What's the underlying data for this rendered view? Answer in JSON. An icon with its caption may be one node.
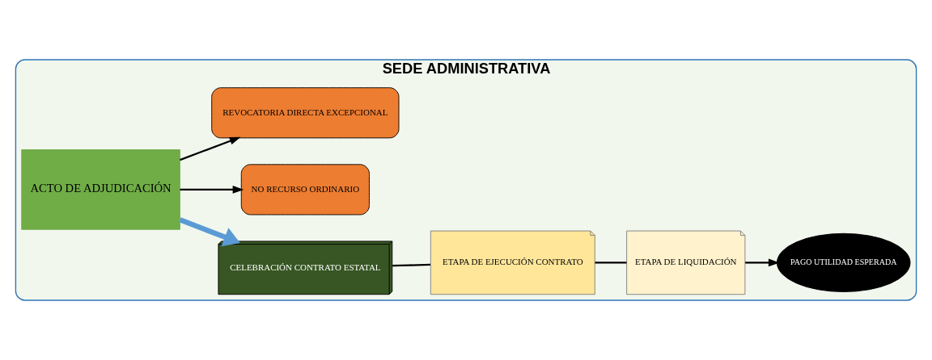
{
  "diagram": {
    "nodes": [
      {
        "text": [
          "SEDE ADMINISTRATIVA"
        ]
      },
      {
        "text": [
          "ACTO DE ADJUDICACIÓN"
        ],
        "in": 0
      },
      {
        "text": [
          "CELEBRACIÓN CONTRATO ESTATAL"
        ],
        "in": 0
      },
      {
        "text": [
          "ETAPA DE EJECUCIÓN CONTRATO"
        ],
        "in": 0
      },
      {
        "text": [
          "ETAPA DE LIQUIDACIÓN"
        ],
        "in": 0
      },
      {
        "text": [
          "PAGO UTILIDAD ESPERADA"
        ],
        "in": 0
      },
      {
        "text": [
          "NO RECURSO ORDINARIO"
        ],
        "in": 0
      },
      {
        "text": [
          "REVOCATORIA DIRECTA EXCEPCIONAL"
        ],
        "in": 0
      }
    ],
    "edges": [
      {
        "from": 1,
        "to": 2,
        "arrow": "to",
        "style": "thick",
        "color": "#5b9bd5"
      },
      {
        "from": 2,
        "to": 3,
        "arrow": "none"
      },
      {
        "from": 3,
        "to": 4,
        "arrow": "none"
      },
      {
        "from": 4,
        "to": 5,
        "arrow": "to"
      },
      {
        "from": 1,
        "to": 6,
        "arrow": "to"
      },
      {
        "from": 1,
        "to": 7,
        "arrow": "to"
      }
    ]
  }
}
